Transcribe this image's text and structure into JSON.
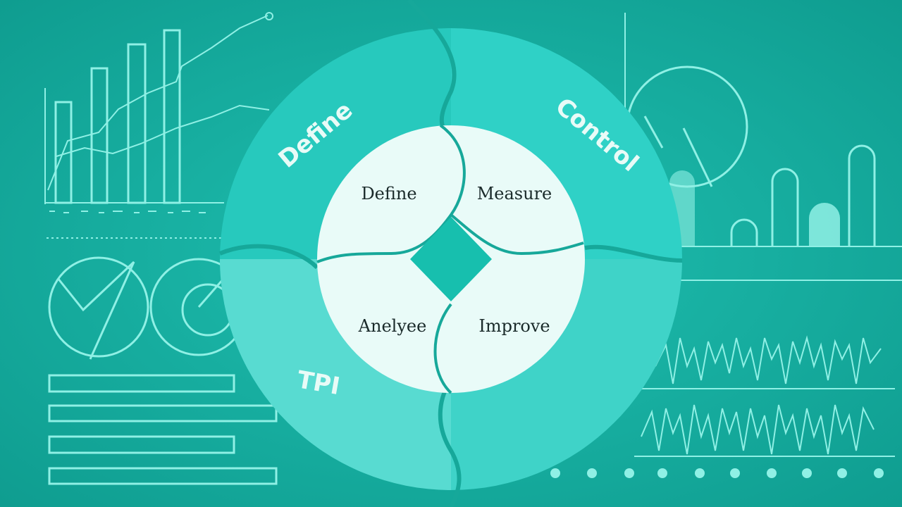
{
  "diagram": {
    "outer_segments": [
      {
        "label": "Define"
      },
      {
        "label": "Control"
      },
      {
        "label": "TPI"
      },
      {
        "label": ""
      }
    ],
    "inner_segments": [
      {
        "label": "Define"
      },
      {
        "label": "Measure"
      },
      {
        "label": "Anelyee"
      },
      {
        "label": "Improve"
      }
    ]
  },
  "colors": {
    "background": "#15aa9c",
    "outer_top_left": "#27c9bd",
    "outer_top_right": "#2fd1c6",
    "outer_bottom_left": "#52d9cf",
    "outer_bottom_right": "#3fd3c8",
    "inner_fill": "#e9fbf8",
    "center_gem": "#17bfae",
    "line_art": "#8ff0e5"
  }
}
